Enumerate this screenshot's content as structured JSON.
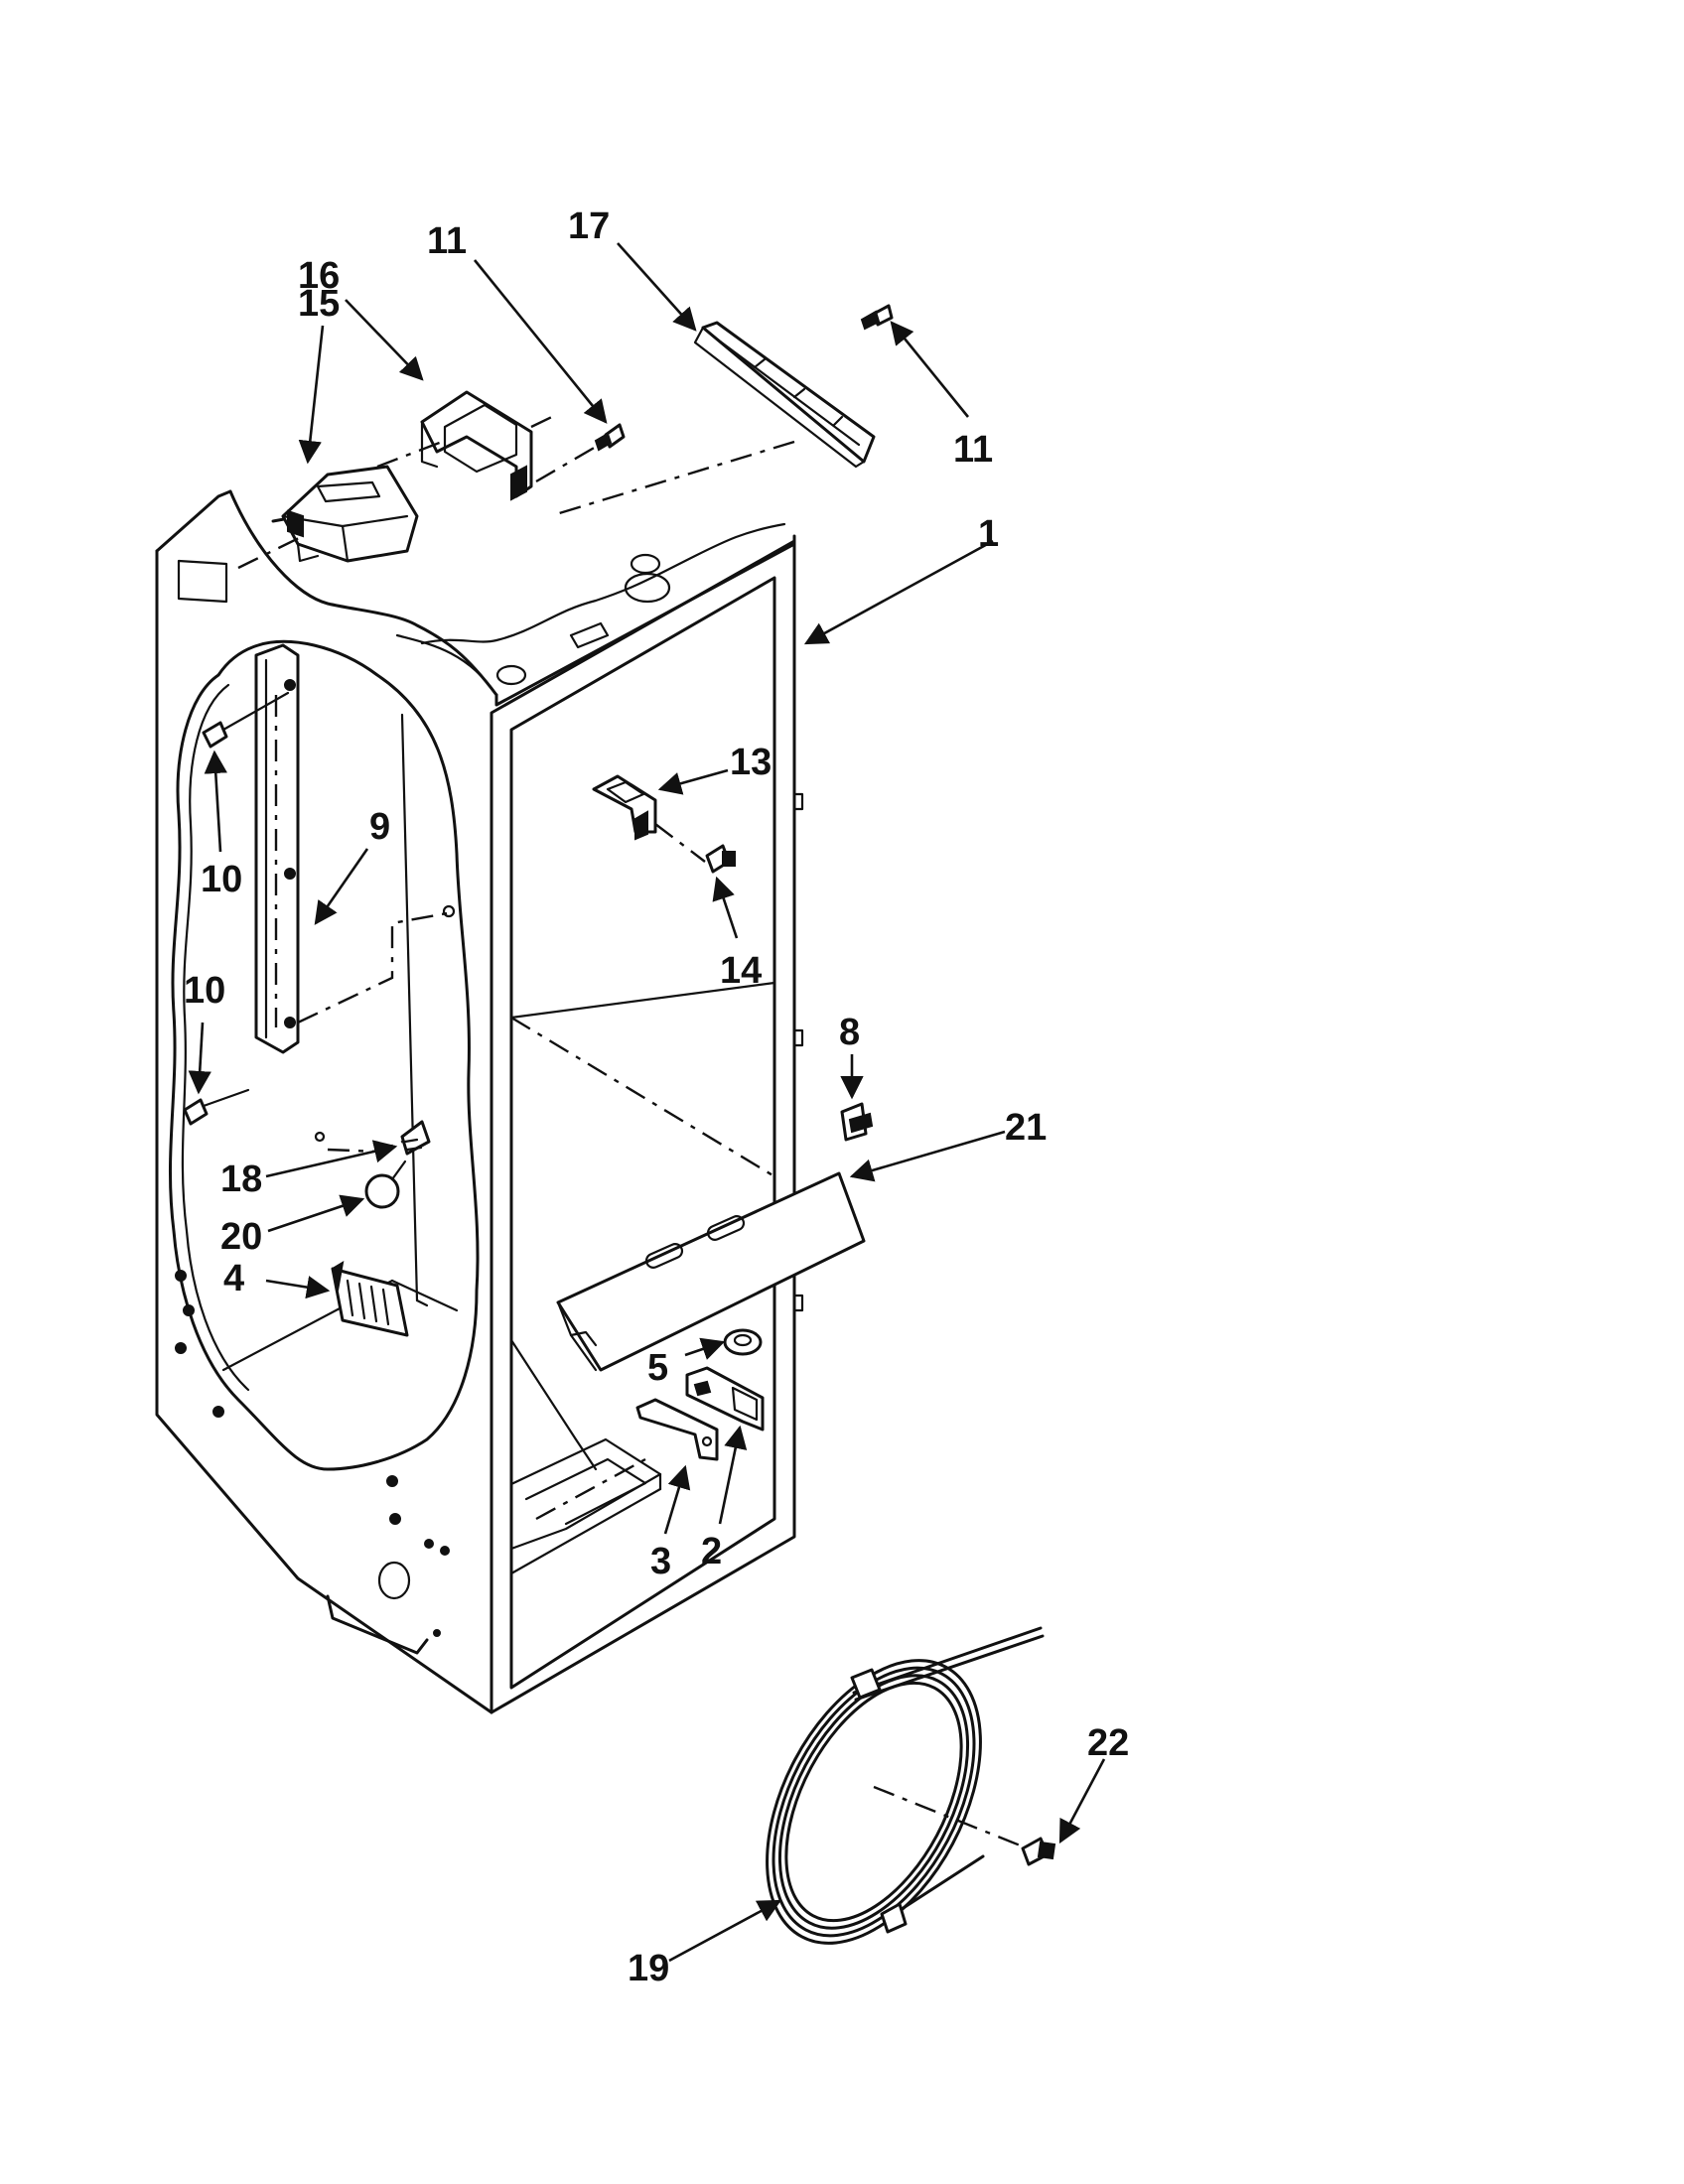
{
  "callouts": {
    "part_1": "1",
    "part_2": "2",
    "part_3": "3",
    "part_4": "4",
    "part_5": "5",
    "part_8": "8",
    "part_9": "9",
    "part_10_upper": "10",
    "part_10_lower": "10",
    "part_11_left": "11",
    "part_11_right": "11",
    "part_13": "13",
    "part_14": "14",
    "part_15": "15",
    "part_16": "16",
    "part_17": "17",
    "part_18": "18",
    "part_19": "19",
    "part_20": "20",
    "part_21": "21",
    "part_22": "22"
  }
}
